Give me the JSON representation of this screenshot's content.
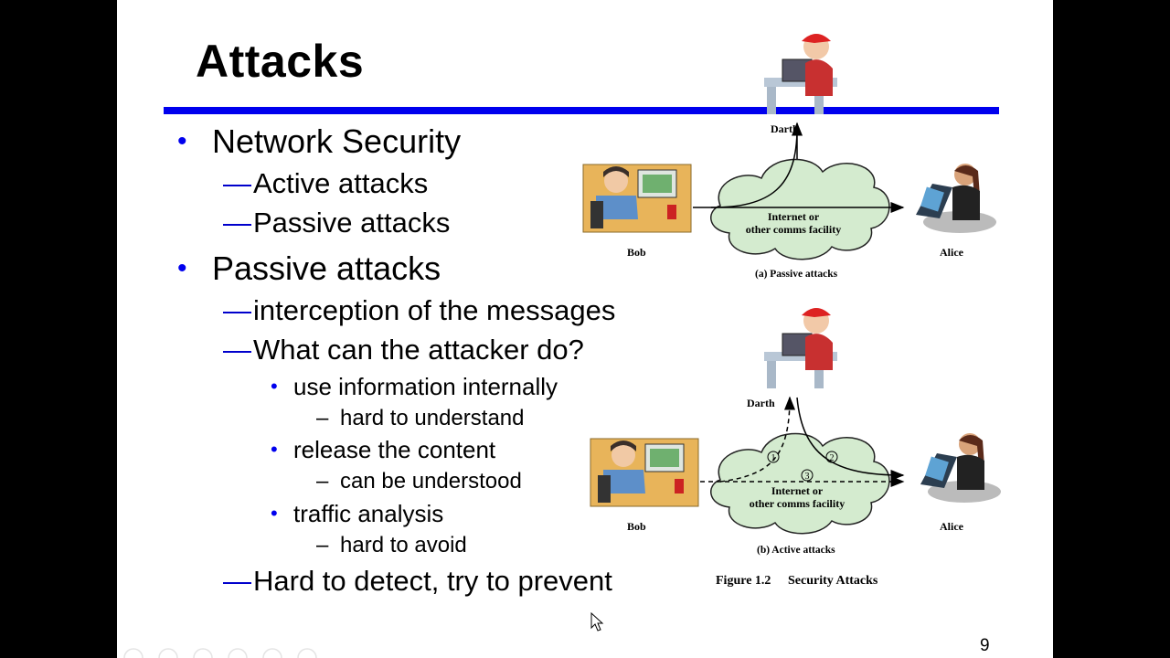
{
  "slide": {
    "title": "Attacks",
    "bullets": [
      {
        "text": "Network Security",
        "subs": [
          "Active attacks",
          "Passive attacks"
        ]
      },
      {
        "text": "Passive attacks",
        "subs": [
          "interception of the messages",
          "What can the attacker do?"
        ]
      }
    ],
    "sub_bullets": [
      {
        "text": "use information internally",
        "detail": "hard to understand"
      },
      {
        "text": "release the content",
        "detail": "can be understood"
      },
      {
        "text": "traffic analysis",
        "detail": "hard to avoid"
      }
    ],
    "closing": "Hard to detect, try to prevent",
    "page_number": "9",
    "accent_color": "#0000ee"
  },
  "figure": {
    "passive": {
      "darth": "Darth",
      "bob": "Bob",
      "alice": "Alice",
      "cloud_line1": "Internet or",
      "cloud_line2": "other comms facility",
      "caption": "(a) Passive attacks"
    },
    "active": {
      "darth": "Darth",
      "bob": "Bob",
      "alice": "Alice",
      "cloud_line1": "Internet or",
      "cloud_line2": "other comms facility",
      "caption": "(b) Active attacks",
      "markers": [
        "1",
        "2",
        "3"
      ]
    },
    "caption_label": "Figure 1.2",
    "caption_text": "Security Attacks"
  }
}
